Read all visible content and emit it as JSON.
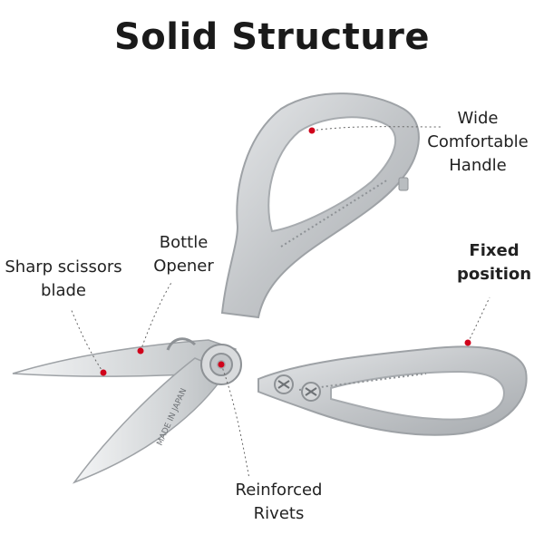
{
  "title": "Solid Structure",
  "labels": {
    "handle": [
      "Wide",
      "Comfortable",
      "Handle"
    ],
    "fixed": [
      "Fixed",
      "position"
    ],
    "opener": [
      "Bottle",
      "Opener"
    ],
    "blade": [
      "Sharp scissors",
      "blade"
    ],
    "rivets": [
      "Reinforced",
      "Rivets"
    ]
  },
  "engraving": "MADE IN JAPAN",
  "colors": {
    "marker": "#d0021b",
    "metal": "#c9cbcd",
    "metal_dark": "#9ea2a6",
    "leader": "#666666"
  }
}
